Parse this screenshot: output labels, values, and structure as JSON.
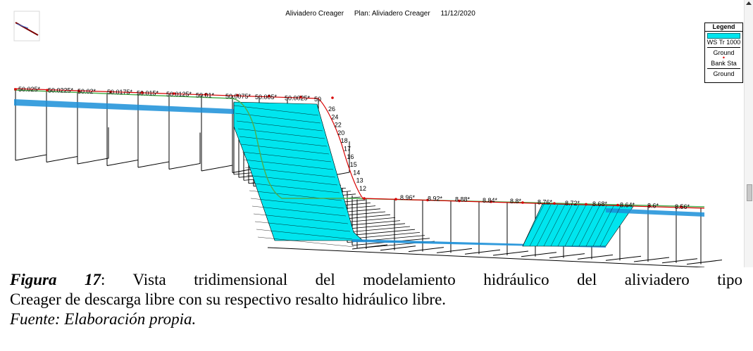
{
  "header": {
    "project": "Aliviadero Creager",
    "plan": "Plan: Aliviadero Creager",
    "date": "11/12/2020"
  },
  "legend": {
    "title": "Legend",
    "items": [
      "WS Tr 1000",
      "Ground",
      "Bank Sta",
      "Ground"
    ]
  },
  "stations_upper": [
    "50.025*",
    "50.0225*",
    "50.02*",
    "50.0175*",
    "50.015*",
    "50.0125*",
    "50.01*",
    "50.0075*",
    "50.005*",
    "50.0025*",
    "50"
  ],
  "stations_spillway": [
    "26",
    "24",
    "22",
    "20",
    "18",
    "17",
    "16",
    "15",
    "14",
    "13",
    "12"
  ],
  "stations_lower": [
    "8.96*",
    "8.92*",
    "8.88*",
    "8.84*",
    "8.8*",
    "8.76*",
    "8.72*",
    "8.68*",
    "8.64*",
    "8.6*",
    "8.56*"
  ],
  "caption": {
    "label": "Figura 17",
    "line1": ": Vista tridimensional del modelamiento hidráulico del aliviadero tipo",
    "line2": "Creager de descarga libre con su respectivo resalto hidráulico libre.",
    "source": "Fuente: Elaboración propia."
  },
  "colors": {
    "water": "#00e5ee",
    "water_dark": "#1a8fd8",
    "ground": "#000000",
    "bank_red": "#d80000",
    "bank_green": "#4caf50"
  },
  "icons": [
    "profile-thumbnail-icon",
    "scroll-up-arrow-icon"
  ]
}
